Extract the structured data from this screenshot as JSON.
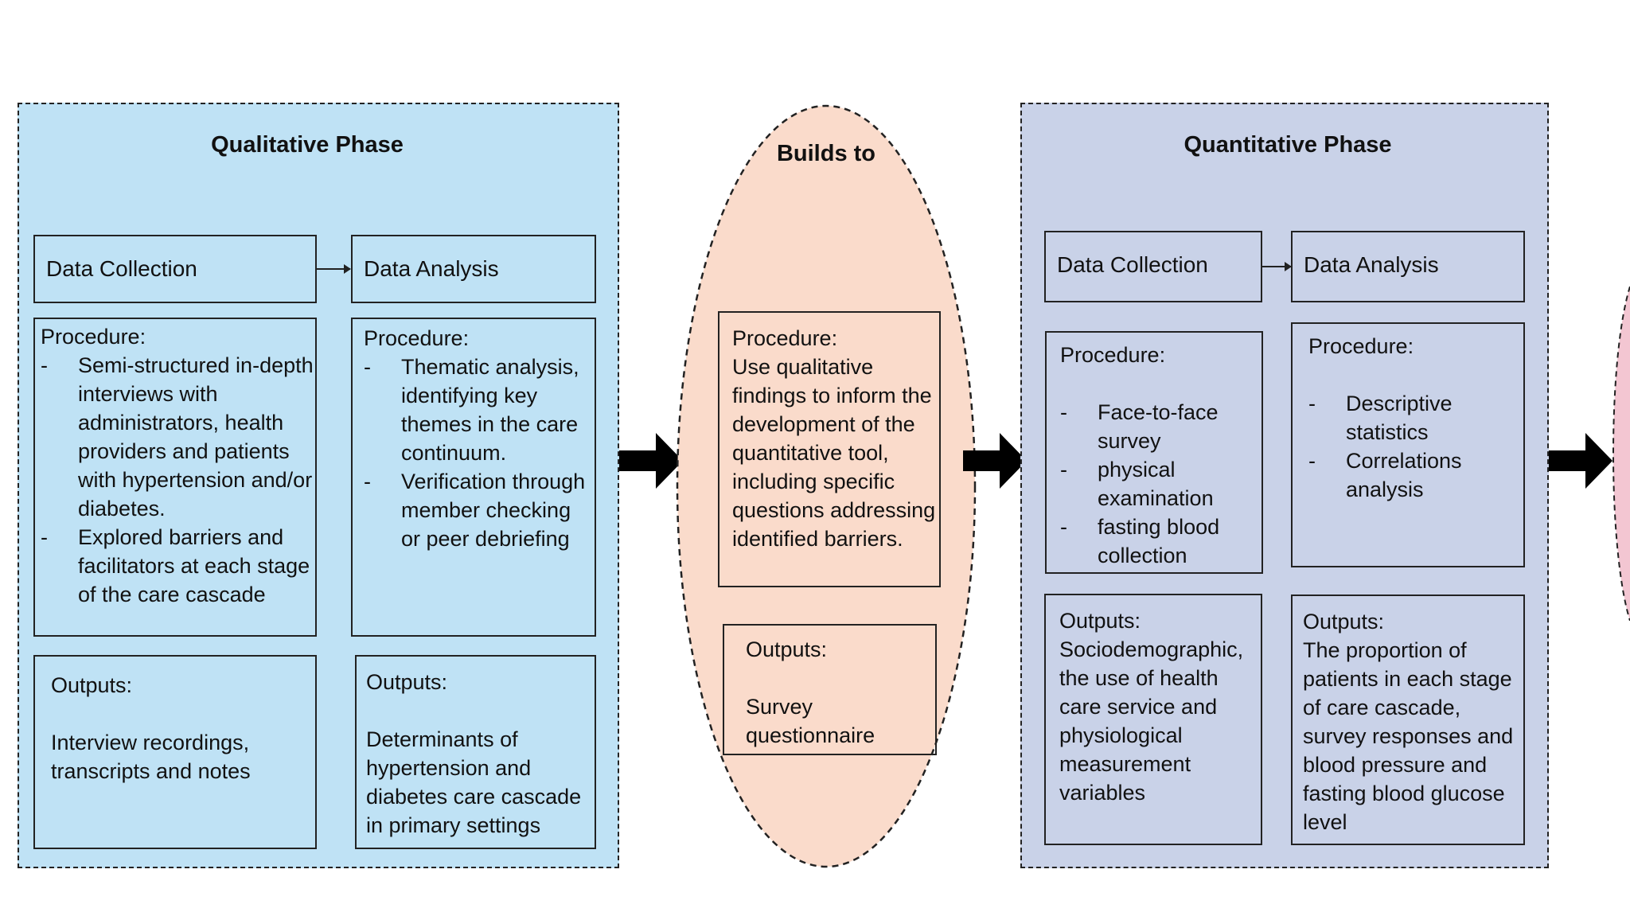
{
  "qualitative": {
    "title": "Qualitative Phase",
    "collection_header": "Data Collection",
    "analysis_header": "Data Analysis",
    "collection_procedure": {
      "label": "Procedure:",
      "items": [
        "Semi-structured in-depth interviews with administrators, health providers and patients with hypertension and/or diabetes.",
        "Explored barriers and facilitators at each stage of the care cascade"
      ]
    },
    "analysis_procedure": {
      "label": "Procedure:",
      "items": [
        "Thematic analysis, identifying key themes in the care continuum.",
        "Verification through member checking or peer debriefing"
      ]
    },
    "collection_outputs": {
      "label": "Outputs:",
      "text": "Interview recordings, transcripts and notes"
    },
    "analysis_outputs": {
      "label": "Outputs:",
      "text": "Determinants of hypertension and diabetes care cascade in primary settings"
    }
  },
  "builds_to": {
    "title": "Builds to",
    "procedure_label": "Procedure:",
    "procedure_text": "Use qualitative findings to inform the development of the quantitative tool, including specific questions addressing identified barriers.",
    "outputs_label": "Outputs:",
    "outputs_text": "Survey questionnaire"
  },
  "quantitative": {
    "title": "Quantitative Phase",
    "collection_header": "Data Collection",
    "analysis_header": "Data Analysis",
    "collection_procedure": {
      "label": "Procedure:",
      "items": [
        "Face-to-face survey",
        "physical examination",
        "fasting blood collection"
      ]
    },
    "analysis_procedure": {
      "label": "Procedure:",
      "items": [
        "Descriptive statistics",
        "Correlations analysis"
      ]
    },
    "collection_outputs": {
      "label": "Outputs:",
      "text": "Sociodemographic, the use of health care service and physiological measurement variables"
    },
    "analysis_outputs": {
      "label": "Outputs:",
      "text": "The proportion of patients in each stage of care cascade, survey responses and blood pressure and fasting blood glucose level"
    }
  },
  "colors": {
    "qualitative_bg": "#bfe2f5",
    "builds_bg": "#fadbcb",
    "quantitative_bg": "#c9d2e8",
    "next_phase_edge": "#f3c6d2",
    "border": "#222222"
  }
}
